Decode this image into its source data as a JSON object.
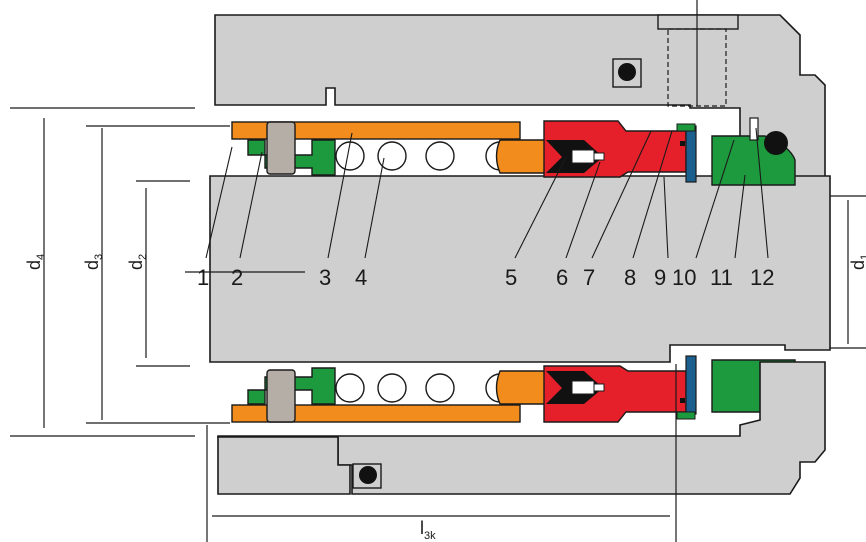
{
  "part_labels": [
    "1",
    "2",
    "3",
    "4",
    "5",
    "6",
    "7",
    "8",
    "9",
    "10",
    "11",
    "12"
  ],
  "dimensions": {
    "d4": {
      "base": "d",
      "sub": "4"
    },
    "d3": {
      "base": "d",
      "sub": "3"
    },
    "d2": {
      "base": "d",
      "sub": "2"
    },
    "d1": {
      "base": "d",
      "sub": "1"
    },
    "l3k": {
      "base": "l",
      "sub": "3k"
    }
  },
  "colors": {
    "housing": "#cfcfcf",
    "shaft": "#cfcfcf",
    "sleeve": "#f28c1c",
    "seal_face": "#f28c1c",
    "rotating_ring": "#e5202a",
    "stationary_ring": "#1e9a3e",
    "clamp_ring": "#1e9a3e",
    "gasket": "#1b5f8f",
    "drive_pin": "#b5aea6",
    "insert": "#111111",
    "outline": "#1a1a1a"
  }
}
